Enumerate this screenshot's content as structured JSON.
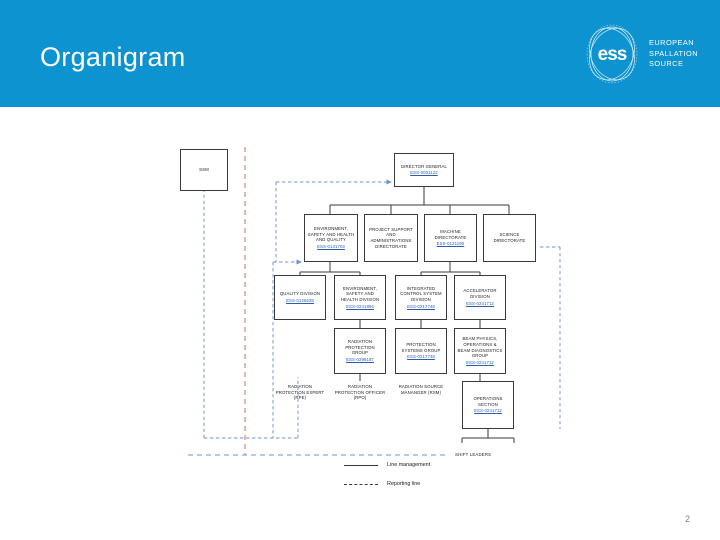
{
  "header": {
    "title": "Organigram",
    "brand": {
      "mark": "ess-logo-icon",
      "line1": "EUROPEAN",
      "line2": "SPALLATION",
      "line3": "SOURCE"
    },
    "band_color": "#0c93d0"
  },
  "colors": {
    "band": "#0c93d0",
    "box_border": "#3a3a3a",
    "doc_link": "#2a5db0",
    "reporting_line": "#6f93cc",
    "divider_line": "#d06a6a",
    "page_number": "#808080"
  },
  "chart": {
    "standalone": {
      "ssm": {
        "title": "SSM"
      }
    },
    "nodes": [
      {
        "id": "director-general",
        "title": "DIRECTOR GENERAL",
        "doc": "ESS-0001122"
      },
      {
        "id": "environment-safety-health-quality",
        "title": "ENVIRONMENT, SAFETY AND HEALTH AND QUALITY",
        "doc": "ESS-0131703"
      },
      {
        "id": "project-support-administrations-directorate",
        "title": "PROJECT SUPPORT AND ADMINISTRATIONS DIRECTORATE",
        "doc": ""
      },
      {
        "id": "machine-directorate",
        "title": "MACHINE DIRECTORATE",
        "doc": "ESS-0121190"
      },
      {
        "id": "science-directorate",
        "title": "SCIENCE DIRECTORATE",
        "doc": ""
      },
      {
        "id": "quality-division",
        "title": "QUALITY DIVISION",
        "doc": "ESS-0126528"
      },
      {
        "id": "environment-safety-health-division",
        "title": "ENVIRONMENT, SAFETY AND HEALTH DIVISION",
        "doc": "ESS-0241994"
      },
      {
        "id": "integrated-control-system-division",
        "title": "INTEGRATED CONTROL SYSTEM DIVISION",
        "doc": "ESS-0217748"
      },
      {
        "id": "accelerator-division",
        "title": "ACCELERATOR DIVISION",
        "doc": "ESS-0241712"
      },
      {
        "id": "radiation-protection-group",
        "title": "RADIATION PROTECTION GROUP",
        "doc": "ESS-0298187"
      },
      {
        "id": "protection-systems-group",
        "title": "PROTECTION SYSTEMS GROUP",
        "doc": "ESS-0217748"
      },
      {
        "id": "beam-physics-operations-diagnostics-group",
        "title": "BEAM PHYSICS, OPERATIONS & BEAM DIAGNOSTICS GROUP",
        "doc": "ESS-0241712"
      },
      {
        "id": "operations-section",
        "title": "OPERATIONS SECTION",
        "doc": "ESS-0241712"
      }
    ],
    "roles": [
      {
        "id": "radiation-protection-expert",
        "title": "RADIATION PROTECTION EXPERT (RPE)"
      },
      {
        "id": "radiation-protection-officer",
        "title": "RADIATION PROTECTION OFFICER (RPO)"
      },
      {
        "id": "radiation-source-mananger",
        "title": "RADIATION SOURCE MANANGER (RSM)"
      }
    ],
    "shift_leaders": "SHIFT LEADERS",
    "legend": [
      {
        "id": "line-management",
        "style": "solid",
        "label": "Line management"
      },
      {
        "id": "reporting-line",
        "style": "dashed",
        "label": "Reporting line"
      }
    ]
  },
  "footer": {
    "page_number": "2"
  }
}
